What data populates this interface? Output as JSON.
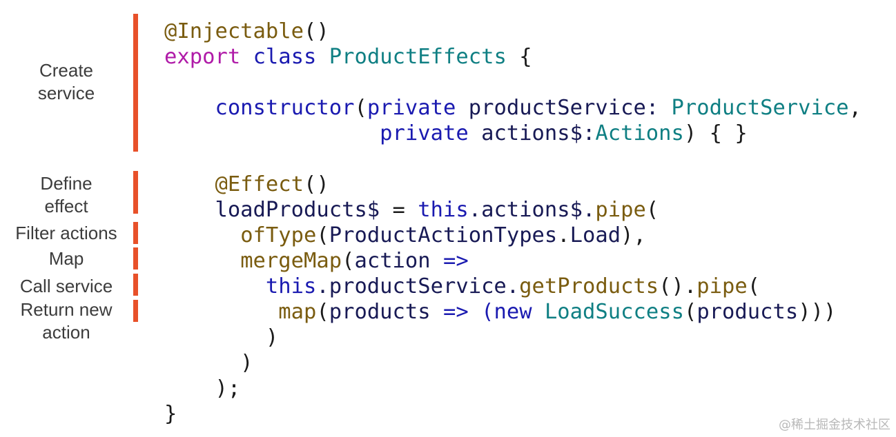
{
  "annotations": [
    {
      "line1": "Create",
      "line2": "service"
    },
    {
      "line1": "Define",
      "line2": "effect"
    },
    {
      "line1": "Filter actions",
      "line2": ""
    },
    {
      "line1": "Map",
      "line2": ""
    },
    {
      "line1": "Call service",
      "line2": ""
    },
    {
      "line1": "Return new",
      "line2": "action"
    }
  ],
  "code": {
    "l1": {
      "a": "@Injectable",
      "b": "()"
    },
    "l2": {
      "a": "export",
      "b": " ",
      "c": "class",
      "d": " ",
      "e": "ProductEffects",
      "f": " {"
    },
    "l4": {
      "a": "    ",
      "b": "constructor",
      "c": "(",
      "d": "private",
      "e": " productService: ",
      "f": "ProductService",
      "g": ","
    },
    "l5": {
      "a": "                 ",
      "b": "private",
      "c": " actions$:",
      "d": "Actions",
      "e": ") { }"
    },
    "l7": {
      "a": "    ",
      "b": "@Effect",
      "c": "()"
    },
    "l8": {
      "a": "    ",
      "b": "loadProducts$",
      "c": " = ",
      "d": "this",
      "e": ".actions$.",
      "f": "pipe",
      "g": "("
    },
    "l9": {
      "a": "      ",
      "b": "ofType",
      "c": "(",
      "d": "ProductActionTypes",
      "e": ".",
      "f": "Load",
      "g": "),"
    },
    "l10": {
      "a": "      ",
      "b": "mergeMap",
      "c": "(",
      "d": "action",
      "e": " => "
    },
    "l11": {
      "a": "        ",
      "b": "this",
      "c": ".productService.",
      "d": "getProducts",
      "e": "().",
      "f": "pipe",
      "g": "("
    },
    "l12": {
      "a": "         ",
      "b": "map",
      "c": "(",
      "d": "products",
      "e": " => (",
      "f": "new",
      "g": " ",
      "h": "LoadSuccess",
      "i": "(",
      "j": "products",
      "k": ")))"
    },
    "l13": {
      "a": "        )"
    },
    "l14": {
      "a": "      )"
    },
    "l15": {
      "a": "    );"
    },
    "l16": {
      "a": "}"
    }
  },
  "watermark": "@稀土掘金技术社区",
  "colors": {
    "accent_bar": "#e8512a",
    "keyword": "#b01ba8",
    "type": "#0f7f83",
    "function": "#7a5c10",
    "this_new": "#1a1ab0"
  }
}
